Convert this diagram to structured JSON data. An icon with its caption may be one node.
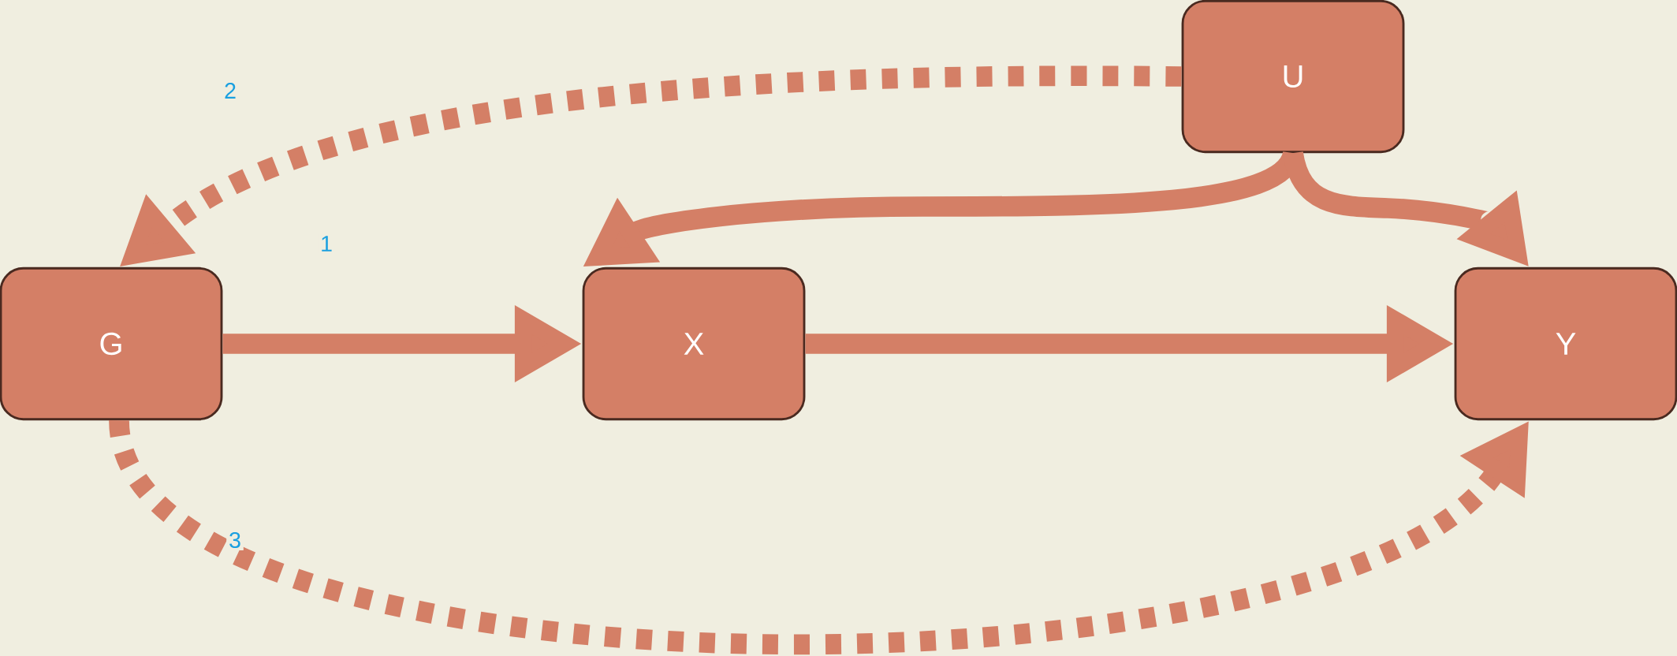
{
  "diagram": {
    "nodes": [
      {
        "text": [
          "U"
        ]
      },
      {
        "text": [
          "G"
        ]
      },
      {
        "text": [
          "X"
        ]
      },
      {
        "text": [
          "Y"
        ]
      }
    ],
    "edges": [
      {
        "from": 0,
        "to": 1,
        "arrow": "to",
        "style": "dashed",
        "label": "2"
      },
      {
        "from": 0,
        "to": 2,
        "arrow": "to"
      },
      {
        "from": 0,
        "to": 3,
        "arrow": "to"
      },
      {
        "from": 1,
        "to": 2,
        "arrow": "to",
        "label": "1"
      },
      {
        "from": 2,
        "to": 3,
        "arrow": "to"
      },
      {
        "from": 1,
        "to": 3,
        "arrow": "to",
        "style": "dashed",
        "label": "3"
      }
    ]
  }
}
